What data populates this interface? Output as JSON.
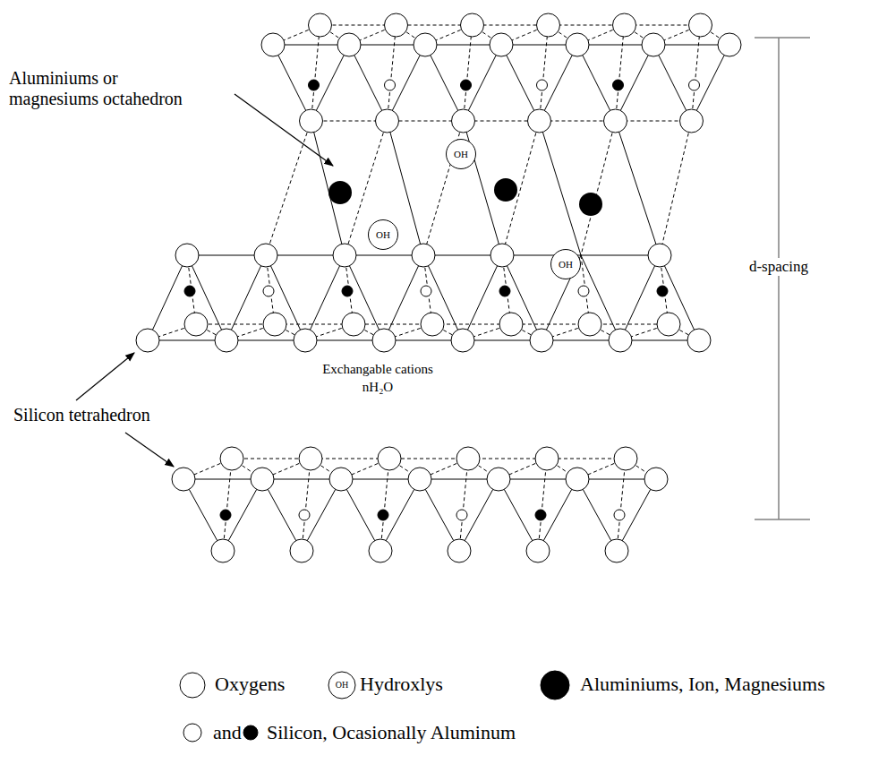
{
  "diagram": {
    "nodes": [
      {
        "text": [
          "OH"
        ]
      },
      {
        "text": [
          "OH"
        ]
      },
      {
        "text": [
          "OH"
        ]
      }
    ],
    "labels": [
      "Aluminiums or magnesiums octahedron",
      "Silicon tetrahedron",
      "Exchangable cations",
      "nH₂O",
      "d-spacing",
      "OH",
      "and"
    ],
    "legend": [
      {
        "text": "Oxygens"
      },
      {
        "text": "Hydroxlys"
      },
      {
        "text": "Aluminiums, Ion, Magnesiums"
      },
      {
        "text": "Silicon, Ocasionally Aluminum"
      }
    ]
  }
}
